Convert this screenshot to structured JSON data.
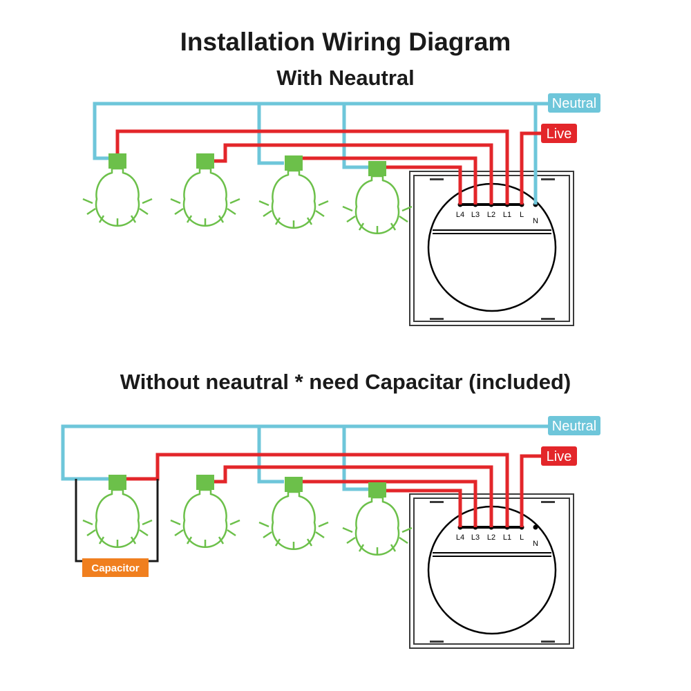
{
  "title": "Installation Wiring Diagram",
  "sections": [
    {
      "heading": "With Neautral",
      "labels": {
        "neutral": "Neutral",
        "live": "Live"
      },
      "terminals": [
        "L4",
        "L3",
        "L2",
        "L1",
        "L",
        "N"
      ],
      "has_neutral": true,
      "bulb_count": 4
    },
    {
      "heading": "Without neautral * need Capacitar (included)",
      "labels": {
        "neutral": "Neutral",
        "live": "Live",
        "capacitor": "Capacitor"
      },
      "terminals": [
        "L4",
        "L3",
        "L2",
        "L1",
        "L",
        "N"
      ],
      "has_neutral": false,
      "bulb_count": 4
    }
  ],
  "colors": {
    "neutral": "#6ec6da",
    "live": "#e3262a",
    "bulb_outline": "#6cc04a",
    "bulb_cap": "#6cc04a",
    "capacitor": "#f07f1f",
    "switch_frame": "#3a3a3a",
    "text": "#1a1a1a"
  }
}
